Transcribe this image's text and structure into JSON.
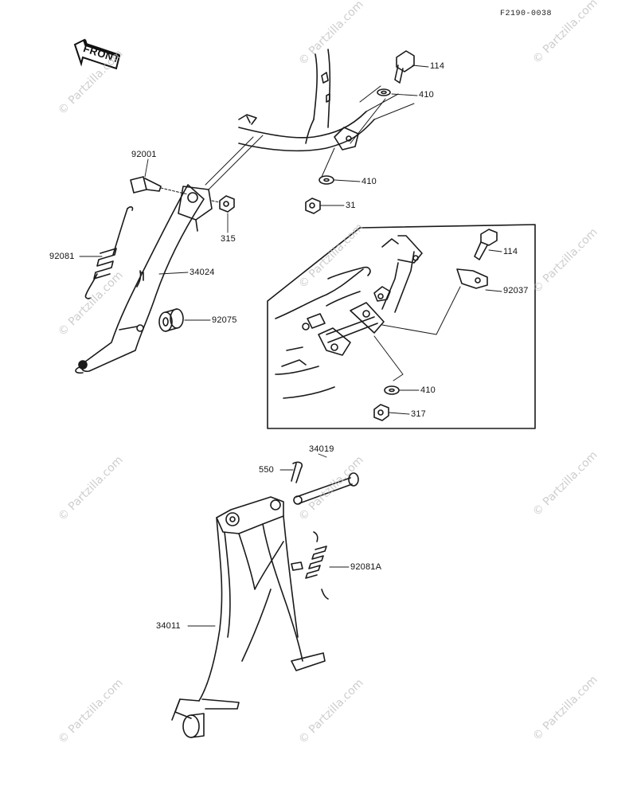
{
  "diagram_code": "F2190-0038",
  "front_label": "FRONT",
  "watermark": "© Partzilla.com",
  "parts": {
    "p114_top": "114",
    "p410_top": "410",
    "p410_mid": "410",
    "p31": "31",
    "p92001": "92001",
    "p315": "315",
    "p92081": "92081",
    "p34024": "34024",
    "p92075": "92075",
    "p114_inset": "114",
    "p92037": "92037",
    "p410_inset": "410",
    "p317": "317",
    "p34019": "34019",
    "p550": "550",
    "p92081A": "92081A",
    "p34011": "34011"
  },
  "colors": {
    "line": "#1a1a1a",
    "watermark": "#bdbdbd",
    "background": "#ffffff"
  }
}
